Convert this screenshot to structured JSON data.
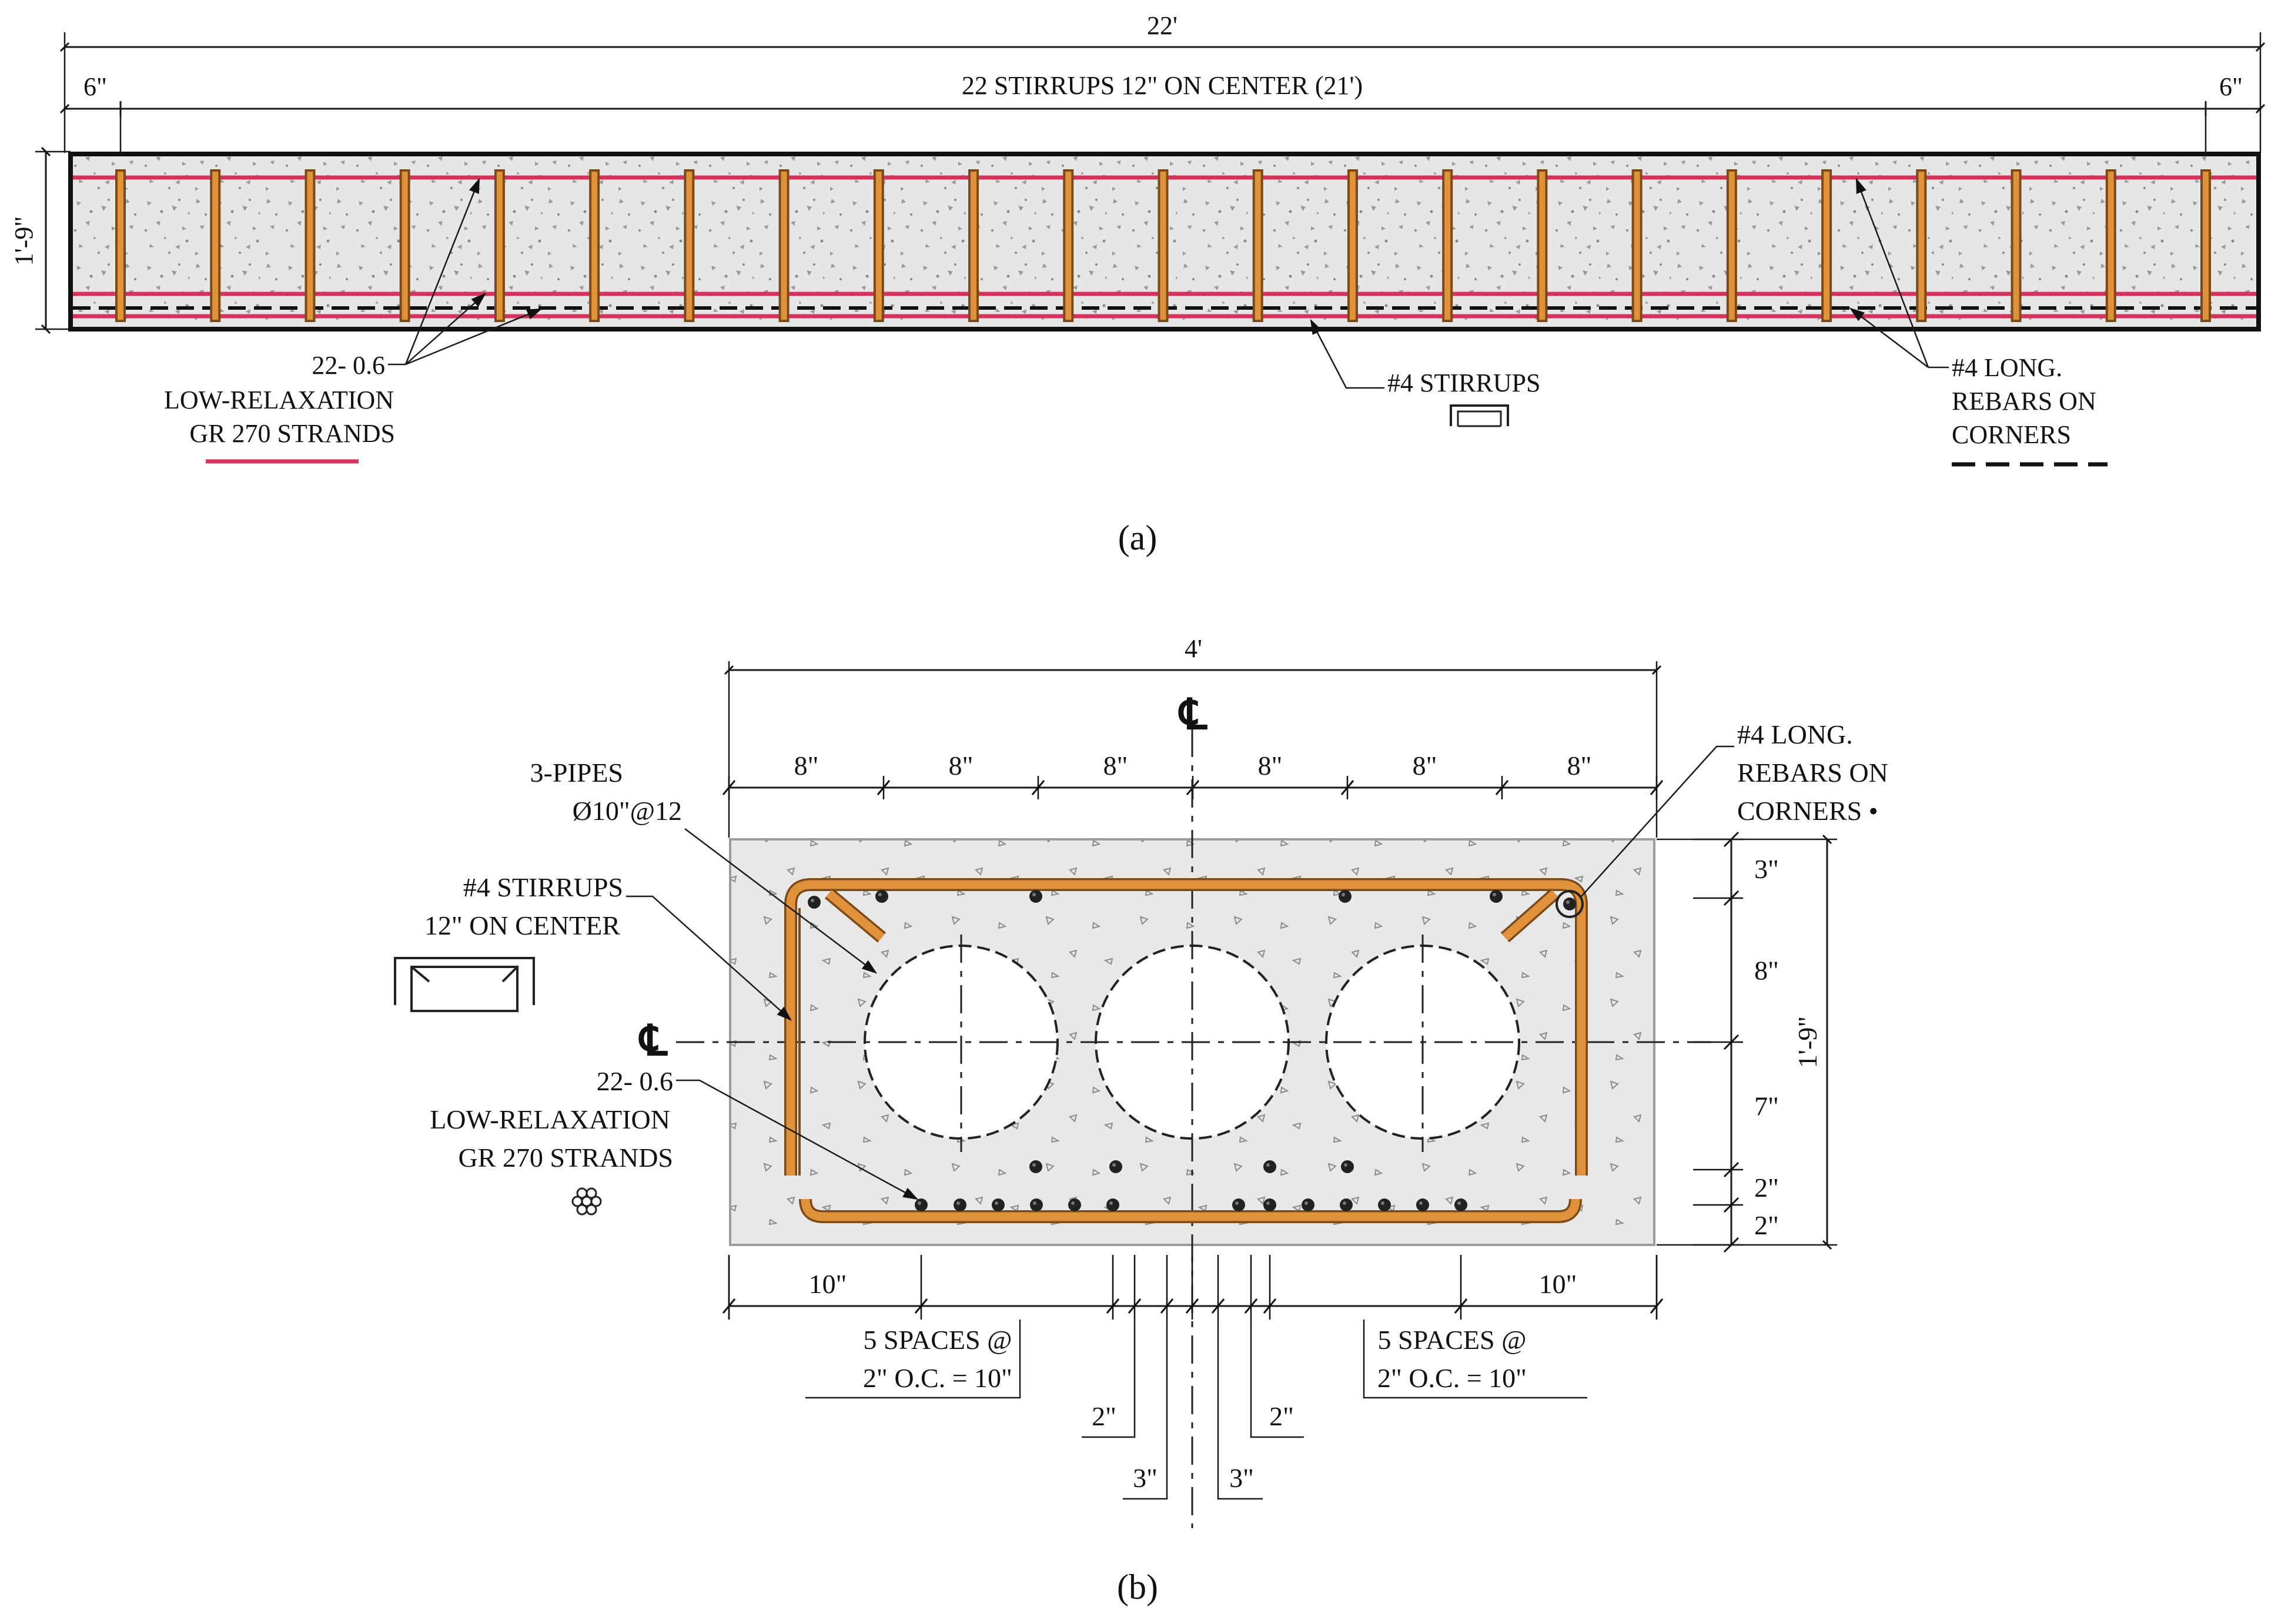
{
  "colors": {
    "strand": "#d6335c",
    "stirrup": "#e0913c",
    "stirrup_dark": "#7a4a18",
    "concrete": "#e6e6e6",
    "aggregate": "#9a9a9a",
    "line": "#1a1a1a"
  },
  "elevation": {
    "overall_length": "22'",
    "stirrup_spacing": "22 STIRRUPS 12\" ON CENTER (21')",
    "end_left": "6\"",
    "end_right": "6\"",
    "depth": "1'-9\"",
    "strands_label_1": "22- 0.6",
    "strands_label_2": "LOW-RELAXATION",
    "strands_label_3": "GR 270 STRANDS",
    "stirrups_label": "#4 STIRRUPS",
    "rebars_label_1": "#4 LONG.",
    "rebars_label_2": "REBARS  ON",
    "rebars_label_3": "CORNERS",
    "caption": "(a)"
  },
  "section": {
    "width": "4'",
    "top_spaces": [
      "8\"",
      "8\"",
      "8\"",
      "8\"",
      "8\"",
      "8\""
    ],
    "centerline_symbol": "℄",
    "pipes_label_1": "3-PIPES",
    "pipes_label_2": "Ø10\"@12",
    "stirrups_label_1": "#4 STIRRUPS",
    "stirrups_label_2": "12\" ON CENTER",
    "strands_label_1": "22- 0.6",
    "strands_label_2": "LOW-RELAXATION",
    "strands_label_3": "GR 270 STRANDS",
    "rebars_label_1": "#4 LONG.",
    "rebars_label_2": "REBARS  ON",
    "rebars_label_3": "CORNERS •",
    "right_dims": [
      "3\"",
      "8\"",
      "7\"",
      "2\"",
      "2\""
    ],
    "depth": "1'-9\"",
    "bottom_left": "10\"",
    "bottom_right": "10\"",
    "spaces_left_1": "5 SPACES @",
    "spaces_left_2": "2\" O.C. = 10\"",
    "spaces_right_1": "5 SPACES @",
    "spaces_right_2": "2\" O.C. = 10\"",
    "dim_2_left": "2\"",
    "dim_2_right": "2\"",
    "dim_3_left": "3\"",
    "dim_3_right": "3\"",
    "caption": "(b)"
  }
}
